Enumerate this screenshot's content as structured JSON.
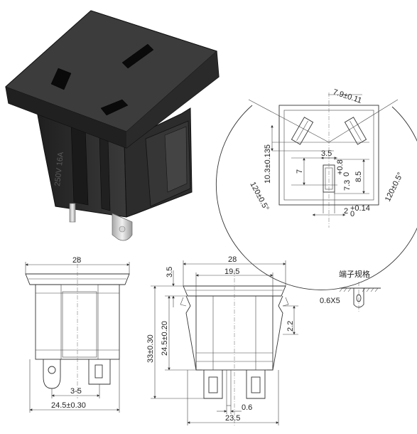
{
  "photo": {
    "housing_marking": "250V 16A"
  },
  "front_view": {
    "dims": {
      "pin_angle_left": "120±0.5°",
      "pin_angle_right": "120±0.5°",
      "pin_width": "7.9±0.11",
      "slot_height": "10.3±0.135",
      "earth_offset": "3.5",
      "earth_depth": "7",
      "earth_width": "7.3",
      "earth_width_tol_upper": "+0.8",
      "earth_width_tol_lower": "0",
      "earth_length": "8.5",
      "earth_slot_width": "2",
      "earth_slot_tol_upper": "+0.14",
      "earth_slot_tol_lower": "0"
    }
  },
  "side_view": {
    "dims": {
      "width_top": "28",
      "terminal_spacing": "3-5",
      "width_bottom": "24.5±0.30"
    }
  },
  "main_view": {
    "dims": {
      "width_top": "28",
      "panel_cutout": "19.5",
      "flange_thickness": "3.5",
      "total_height": "33±0.30",
      "body_height": "24.5±0.20",
      "clip_thickness": "2.2",
      "terminal_gap": "0.6",
      "width_bottom": "23.5"
    }
  },
  "terminal_detail": {
    "title": "端子规格",
    "size": "0.6X5"
  }
}
